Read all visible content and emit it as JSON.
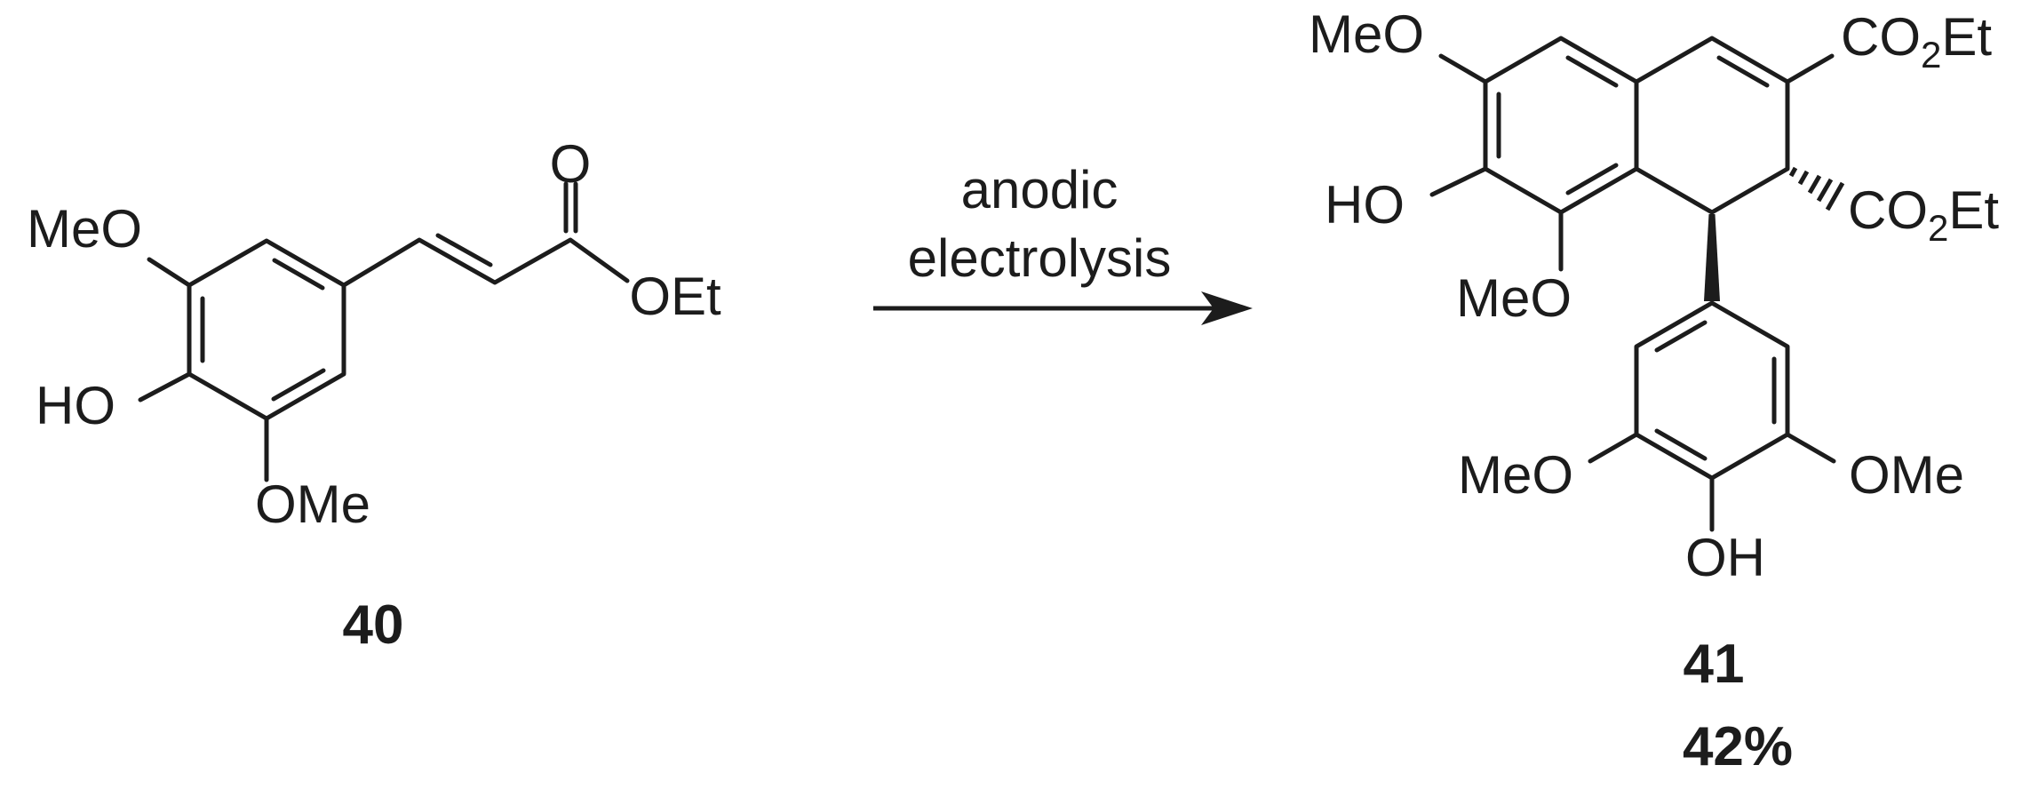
{
  "scheme": {
    "yield_color": "#008f35",
    "reactant": {
      "id": "40",
      "labels": {
        "methoxy_top": "MeO",
        "hydroxy": "HO",
        "methoxy_bottom": "OMe",
        "carbonyl_oxygen": "O",
        "ethoxy": "OEt"
      }
    },
    "arrow": {
      "condition_line1": "anodic",
      "condition_line2": "electrolysis"
    },
    "product": {
      "id": "41",
      "yield": "42%",
      "labels": {
        "methoxy_top": "MeO",
        "hydroxy": "HO",
        "methoxy_bottom": "MeO",
        "ester_top": {
          "main": "CO",
          "sub": "2",
          "tail": "Et"
        },
        "ester_middle": {
          "main": "CO",
          "sub": "2",
          "tail": "Et"
        },
        "aryl_methoxy_left": "MeO",
        "aryl_methoxy_right": "OMe",
        "aryl_hydroxy": "OH"
      }
    }
  }
}
